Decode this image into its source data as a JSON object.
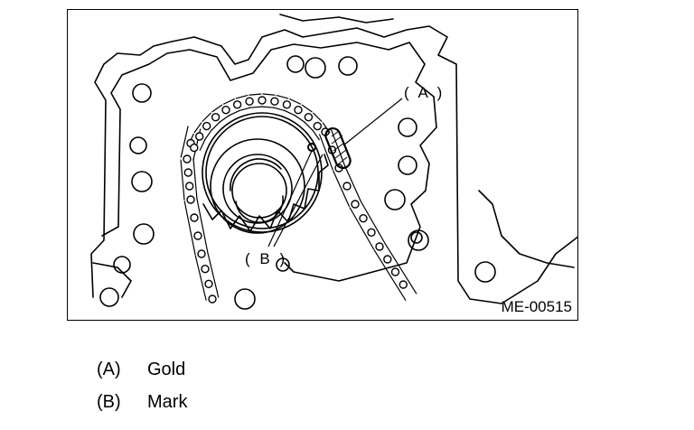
{
  "figure": {
    "id": "ME-00515",
    "callouts": [
      {
        "letter": "A",
        "label": "( A )"
      },
      {
        "letter": "B",
        "label": "( B )"
      }
    ]
  },
  "legend": [
    {
      "letter": "(A)",
      "text": "Gold"
    },
    {
      "letter": "(B)",
      "text": "Mark"
    }
  ],
  "colors": {
    "ink": "#000000",
    "paper": "#ffffff"
  }
}
